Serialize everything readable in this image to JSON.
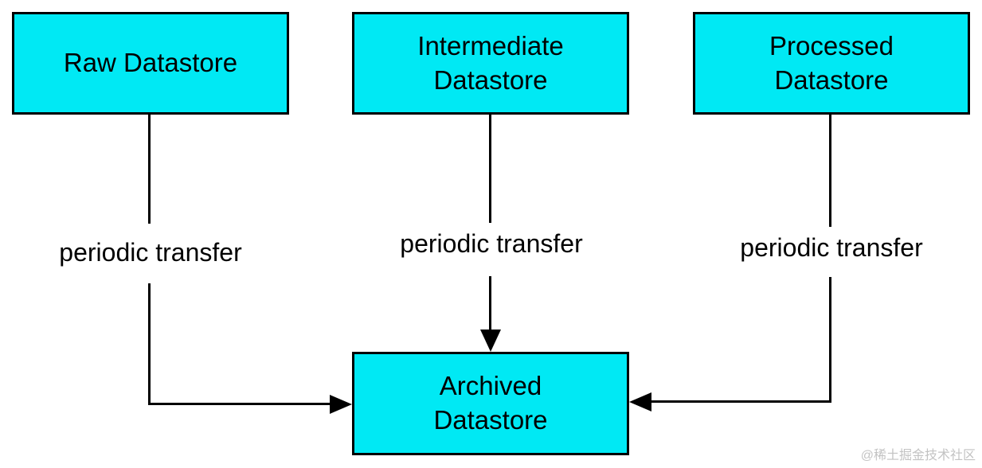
{
  "diagram": {
    "background_color": "#ffffff",
    "node_fill_color": "#00e9f4",
    "node_border_color": "#000000",
    "line_color": "#000000",
    "nodes": [
      {
        "id": "raw",
        "lines": [
          "Raw Datastore"
        ]
      },
      {
        "id": "intermediate",
        "lines": [
          "Intermediate",
          "Datastore"
        ]
      },
      {
        "id": "processed",
        "lines": [
          "Processed",
          "Datastore"
        ]
      },
      {
        "id": "archived",
        "lines": [
          "Archived",
          "Datastore"
        ]
      }
    ],
    "edges": [
      {
        "from": "raw",
        "to": "archived",
        "label": "periodic transfer"
      },
      {
        "from": "intermediate",
        "to": "archived",
        "label": "periodic transfer"
      },
      {
        "from": "processed",
        "to": "archived",
        "label": "periodic transfer"
      }
    ]
  },
  "watermark": {
    "text": "@稀土掘金技术社区",
    "color": "#c3c3c3"
  }
}
